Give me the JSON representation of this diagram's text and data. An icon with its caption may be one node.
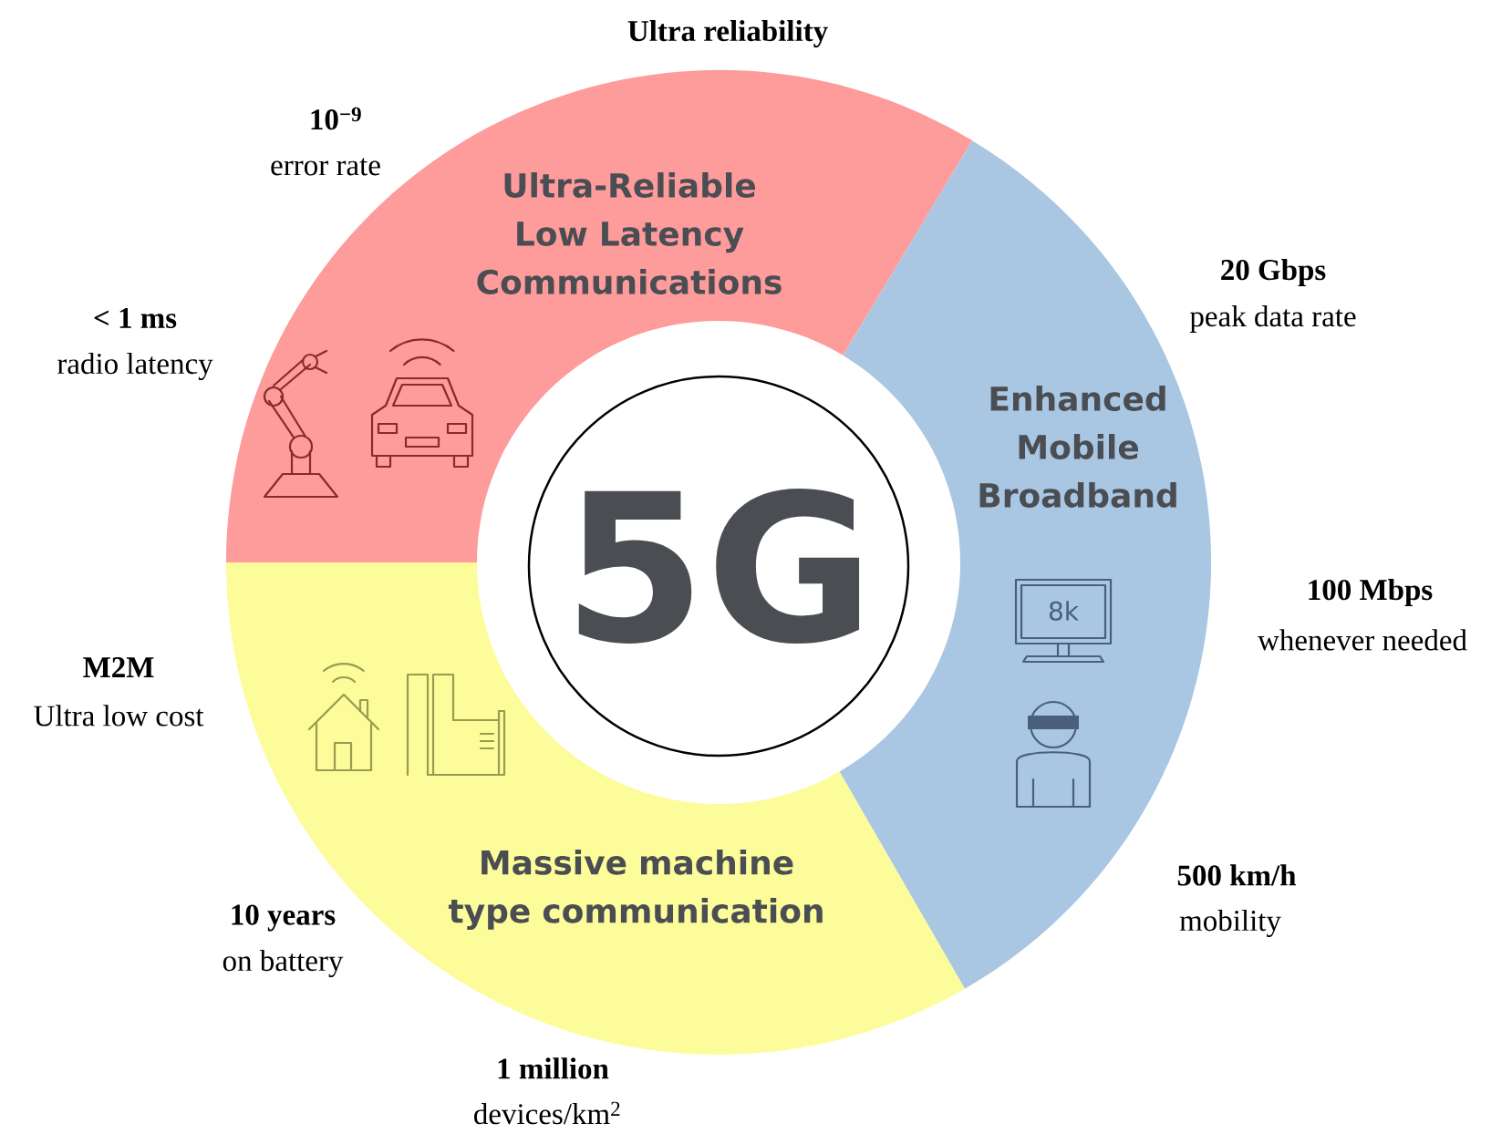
{
  "diagram": {
    "nodes": [
      {
        "text": [
          "5G"
        ]
      },
      {
        "text": [
          "Ultra-Reliable Low Latency Communications"
        ]
      },
      {
        "text": [
          "Enhanced Mobile Broadband"
        ]
      },
      {
        "text": [
          "Massive machine type communication"
        ]
      }
    ],
    "edges": [],
    "labels": [
      "Ultra reliability",
      "10$^{−9}$",
      "error rate",
      "20 Gbps",
      "peak data rate",
      "< 1 ms",
      "radio latency",
      "100 Mbps",
      "whenever needed",
      "M2M",
      "Ultra low cost",
      "500 km/h",
      "mobility",
      "10 years",
      "on battery",
      "1 million",
      "devices/km$^{2}$",
      "8k"
    ]
  }
}
